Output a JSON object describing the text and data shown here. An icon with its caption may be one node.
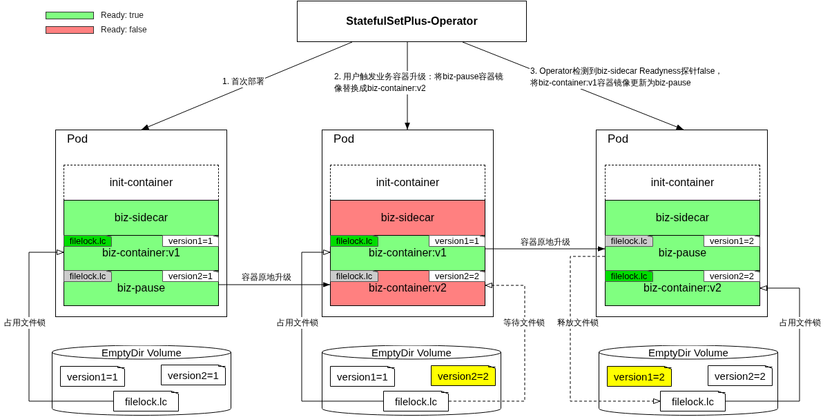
{
  "diagram": {
    "nodes": [
      {
        "text": [
          "StatefulSetPlus-Operator"
        ]
      },
      {
        "text": [
          "Pod"
        ]
      },
      {
        "text": [
          "init-container"
        ],
        "in": 1
      },
      {
        "text": [
          "biz-sidecar"
        ],
        "in": 1
      },
      {
        "text": [
          "biz-container:v1"
        ],
        "in": 1
      },
      {
        "text": [
          "filelock.lc"
        ],
        "in": 4
      },
      {
        "text": [
          "version1=1"
        ],
        "in": 4
      },
      {
        "text": [
          "biz-pause"
        ],
        "in": 1
      },
      {
        "text": [
          "filelock.lc"
        ],
        "in": 7
      },
      {
        "text": [
          "version2=1"
        ],
        "in": 7
      },
      {
        "text": [
          "EmptyDir Volume"
        ]
      },
      {
        "text": [
          "version1=1"
        ],
        "in": 10
      },
      {
        "text": [
          "version2=1"
        ],
        "in": 10
      },
      {
        "text": [
          "filelock.lc"
        ],
        "in": 10
      },
      {
        "text": [
          "Pod"
        ]
      },
      {
        "text": [
          "init-container"
        ],
        "in": 14
      },
      {
        "text": [
          "biz-sidecar"
        ],
        "in": 14
      },
      {
        "text": [
          "biz-container:v1"
        ],
        "in": 14
      },
      {
        "text": [
          "filelock.lc"
        ],
        "in": 17
      },
      {
        "text": [
          "version1=1"
        ],
        "in": 17
      },
      {
        "text": [
          "biz-container:v2"
        ],
        "in": 14
      },
      {
        "text": [
          "filelock.lc"
        ],
        "in": 20
      },
      {
        "text": [
          "version2=2"
        ],
        "in": 20
      },
      {
        "text": [
          "EmptyDir Volume"
        ]
      },
      {
        "text": [
          "version1=1"
        ],
        "in": 23
      },
      {
        "text": [
          "version2=2"
        ],
        "in": 23
      },
      {
        "text": [
          "filelock.lc"
        ],
        "in": 23
      },
      {
        "text": [
          "Pod"
        ]
      },
      {
        "text": [
          "init-container"
        ],
        "in": 27
      },
      {
        "text": [
          "biz-sidecar"
        ],
        "in": 27
      },
      {
        "text": [
          "biz-pause"
        ],
        "in": 27
      },
      {
        "text": [
          "filelock.lc"
        ],
        "in": 30
      },
      {
        "text": [
          "version1=2"
        ],
        "in": 30
      },
      {
        "text": [
          "biz-container:v2"
        ],
        "in": 27
      },
      {
        "text": [
          "filelock.lc"
        ],
        "in": 33
      },
      {
        "text": [
          "version2=2"
        ],
        "in": 33
      },
      {
        "text": [
          "EmptyDir Volume"
        ]
      },
      {
        "text": [
          "version1=2"
        ],
        "in": 36
      },
      {
        "text": [
          "version2=2"
        ],
        "in": 36
      },
      {
        "text": [
          "filelock.lc"
        ],
        "in": 36
      }
    ],
    "edges": [
      {
        "from": 0,
        "to": 1,
        "arrow": "to",
        "label": "1. 首次部署"
      },
      {
        "from": 0,
        "to": 14,
        "arrow": "to",
        "label": "2. 用户触发业务容器升级：将biz-pause容器镜像替换成biz-container:v2"
      },
      {
        "from": 0,
        "to": 27,
        "arrow": "to",
        "label": "3. Operator检测到biz-sidecar Readyness探针false，将biz-container:v1容器镜像更新为biz-pause"
      },
      {
        "from": 7,
        "to": 20,
        "arrow": "to",
        "label": "容器原地升级"
      },
      {
        "from": 17,
        "to": 30,
        "arrow": "to",
        "label": "容器原地升级"
      },
      {
        "from": 13,
        "to": 4,
        "arrow": "to",
        "label": "占用文件锁"
      },
      {
        "from": 26,
        "to": 17,
        "arrow": "to",
        "label": "占用文件锁"
      },
      {
        "from": 26,
        "to": 20,
        "arrow": "to",
        "label": "等待文件锁",
        "style": "dashed"
      },
      {
        "from": 30,
        "to": 39,
        "arrow": "to",
        "label": "释放文件锁",
        "style": "dashed"
      },
      {
        "from": 39,
        "to": 33,
        "arrow": "to",
        "label": "占用文件锁"
      }
    ],
    "legend": [
      {
        "text": "Ready: true",
        "color": "#80ff80"
      },
      {
        "text": "Ready: false",
        "color": "#ff8080"
      }
    ]
  }
}
